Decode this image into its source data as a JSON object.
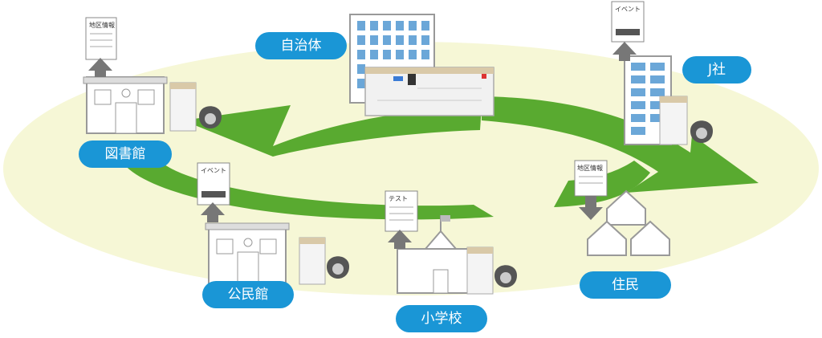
{
  "labels": {
    "municipality": "自治体",
    "company": "J社",
    "library": "図書館",
    "community_hall": "公民館",
    "elementary_school": "小学校",
    "residents": "住民"
  },
  "documents": {
    "library_doc": "地区情報",
    "company_doc": "イベント",
    "community_doc": "イベント",
    "school_doc": "テスト",
    "residents_doc": "地区情報"
  },
  "colors": {
    "pill": "#1a96d6",
    "ellipse": "#f6f7d6",
    "arrow": "#59aa30"
  }
}
